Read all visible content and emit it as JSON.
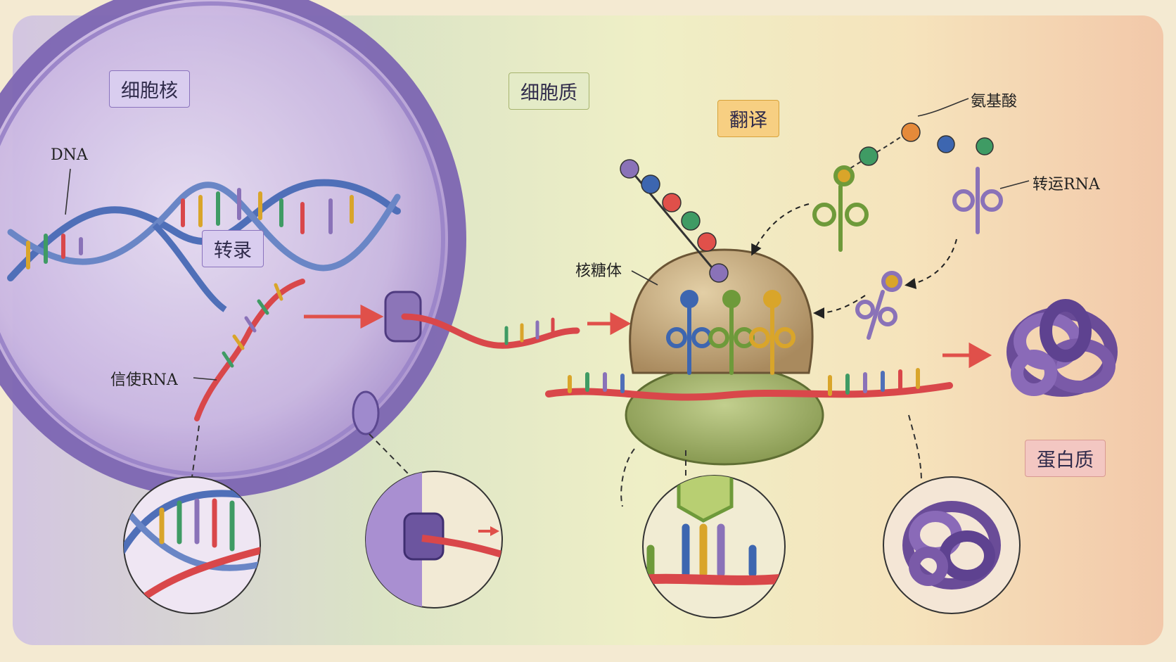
{
  "labels": {
    "nucleus": "细胞核",
    "cytoplasm": "细胞质",
    "translation": "翻译",
    "transcription": "转录",
    "protein": "蛋白质",
    "dna": "DNA",
    "mrna": "信使RNA",
    "ribosome": "核糖体",
    "amino_acid": "氨基酸",
    "trna": "转运RNA"
  },
  "colors": {
    "nucleus_fill": "#b9a3d6",
    "nucleus_border": "#8a73bd",
    "dna_backbone": "#4f6fb8",
    "mrna": "#d9474a",
    "arrow": "#e0504a",
    "ribosome_large": "#c9a87c",
    "ribosome_small": "#9aae62",
    "protein": "#7a5aa8",
    "trna_green": "#6e9a3a",
    "trna_blue": "#3d66b0",
    "trna_yellow": "#d9a52a",
    "trna_purple": "#8a72b8",
    "tag_purple_bg": "#d9cdef",
    "tag_green_bg": "#e4ebc7",
    "tag_orange_bg": "#f7cf82",
    "tag_pink_bg": "#f3c7c2"
  }
}
